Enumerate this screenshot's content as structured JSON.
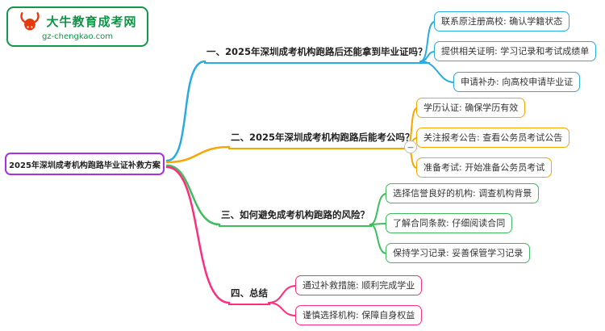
{
  "logo": {
    "title": "大牛教育成考网",
    "url": "gz-chengkao.com"
  },
  "root": {
    "label": "2025年深圳成考机构跑路毕业证补救方案",
    "color": "#a832e0"
  },
  "collapse_glyph": "−",
  "branches": [
    {
      "label": "一、2025年深圳成考机构跑路后还能拿到毕业证吗？",
      "color": "#29abe2",
      "children": [
        "联系原注册高校: 确认学籍状态",
        "提供相关证明: 学习记录和考试成绩单",
        "申请补办: 向高校申请毕业证"
      ]
    },
    {
      "label": "二、2025年深圳成考机构跑路后能考公吗？",
      "color": "#f7a600",
      "children": [
        "学历认证: 确保学历有效",
        "关注报考公告: 查看公务员考试公告",
        "准备考试: 开始准备公务员考试"
      ]
    },
    {
      "label": "三、如何避免成考机构跑路的风险？",
      "color": "#3dbd5e",
      "children": [
        "选择信誉良好的机构: 调查机构背景",
        "了解合同条款: 仔细阅读合同",
        "保持学习记录: 妥善保管学习记录"
      ]
    },
    {
      "label": "四、总结",
      "color": "#ff2d7d",
      "children": [
        "通过补救措施: 顺利完成学业",
        "谨慎选择机构: 保障自身权益"
      ]
    }
  ]
}
